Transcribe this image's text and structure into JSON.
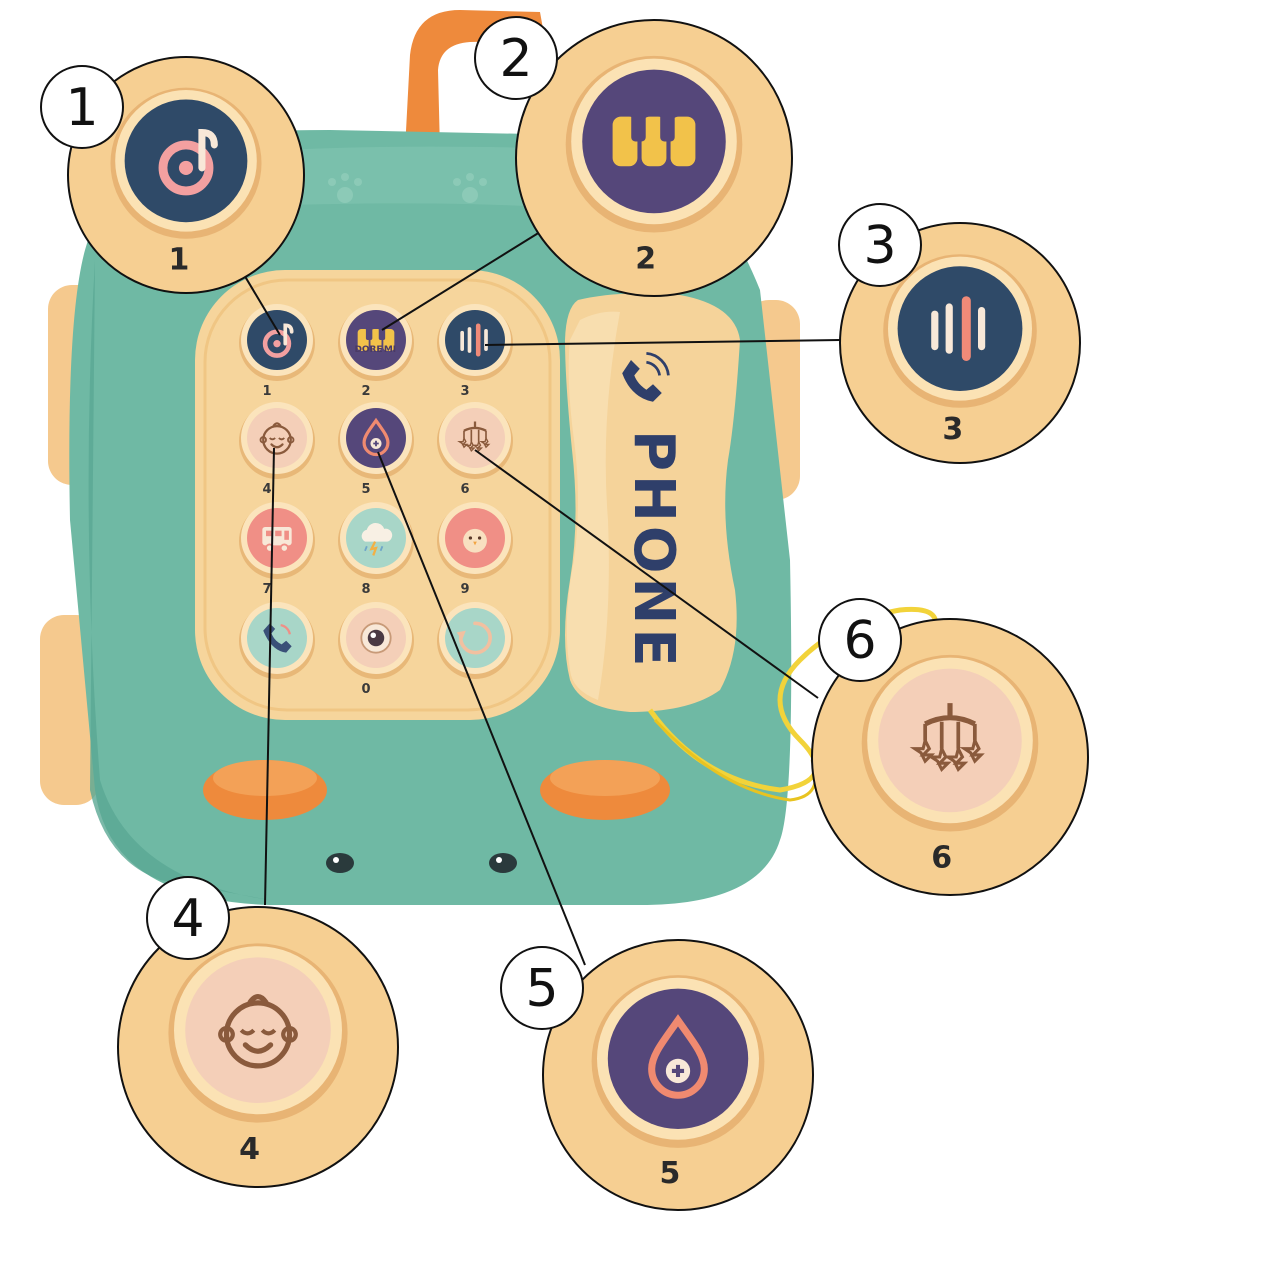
{
  "product": {
    "handset_text": "PHONE"
  },
  "colors": {
    "body_teal": "#6fb9a4",
    "panel_cream": "#f6d59c",
    "handle_orange": "#ee8a3c",
    "key_navy": "#2f4a68",
    "key_purple": "#55477a",
    "key_peach": "#f4cfb8",
    "key_coral": "#f08f86",
    "key_mint": "#a8d6c8",
    "icon_ink": "#8a5a3c"
  },
  "keypad": {
    "keys": [
      {
        "label": "1",
        "icon": "music-note-icon"
      },
      {
        "label": "2",
        "icon": "piano-keys-icon"
      },
      {
        "label": "3",
        "icon": "sound-bars-icon"
      },
      {
        "label": "4",
        "icon": "baby-face-icon"
      },
      {
        "label": "5",
        "icon": "water-drop-plus-icon"
      },
      {
        "label": "6",
        "icon": "crib-mobile-icon"
      },
      {
        "label": "7",
        "icon": "bus-icon"
      },
      {
        "label": "8",
        "icon": "storm-cloud-icon"
      },
      {
        "label": "9",
        "icon": "chick-icon"
      },
      {
        "label": "",
        "icon": "phone-handset-icon"
      },
      {
        "label": "0",
        "icon": "camera-lens-icon"
      },
      {
        "label": "",
        "icon": "redial-icon"
      }
    ],
    "piano_labels": [
      "DO",
      "RE",
      "MI"
    ]
  },
  "callouts": [
    {
      "number": "1",
      "zoom_label": "1",
      "icon": "music-note-icon"
    },
    {
      "number": "2",
      "zoom_label": "2",
      "icon": "piano-keys-icon"
    },
    {
      "number": "3",
      "zoom_label": "3",
      "icon": "sound-bars-icon"
    },
    {
      "number": "4",
      "zoom_label": "4",
      "icon": "baby-face-icon"
    },
    {
      "number": "5",
      "zoom_label": "5",
      "icon": "water-drop-plus-icon"
    },
    {
      "number": "6",
      "zoom_label": "6",
      "icon": "crib-mobile-icon"
    }
  ]
}
